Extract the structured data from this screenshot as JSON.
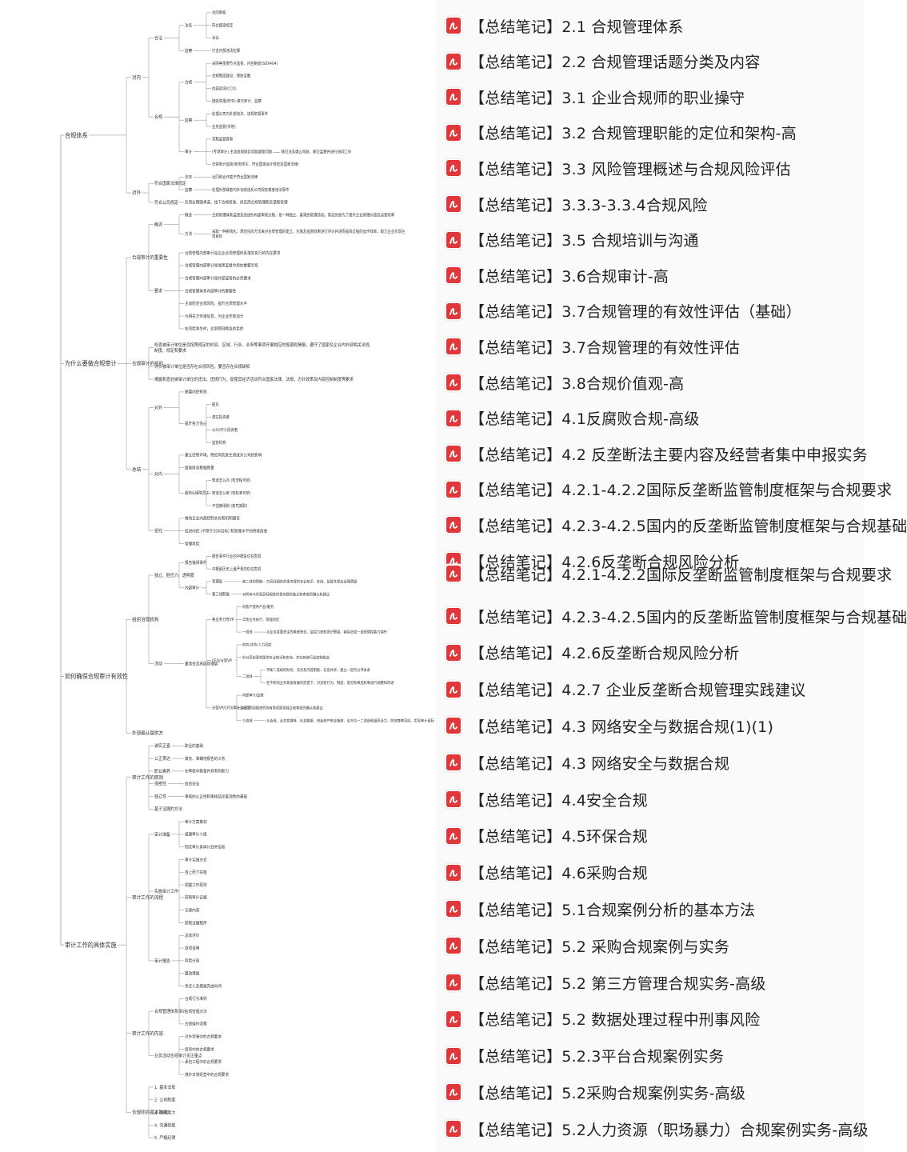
{
  "mindmap": {
    "sections": [
      {
        "label": "合规体系",
        "groups": [
          {
            "label": "对内",
            "children": [
              {
                "label": "合法",
                "children": [
                  {
                    "label": "法务",
                    "children": [
                      "合同审核",
                      "符合国家规定",
                      "诉讼"
                    ]
                  },
                  {
                    "label": "监察",
                    "children": [
                      "打击内部违法犯罪"
                    ]
                  }
                ]
              },
              {
                "label": "合规",
                "children": [
                  {
                    "label": "合规",
                    "children": [
                      "采购等重要节点监督、内控制度(SOX404)",
                      "合规制度建设、预防宣教",
                      "内部咨询(CCO)",
                      "接受举报(EPD) 移交审计、监察"
                    ]
                  },
                  {
                    "label": "监察",
                    "children": [
                      "处理公司内外部违法、违规举报事件",
                      "业务监督(实地)"
                    ]
                  },
                  {
                    "label": "审计",
                    "children": [
                      "流程监督查看",
                      "(专项审计) 主动发现财务问题或现问题 —— 移交法务或公司前、移交监察并进行协同工作",
                      "日常审计监督(账务核实、符合国家会计规范及国家法律)"
                    ]
                  }
                ]
              }
            ]
          },
          {
            "label": "对外",
            "children": [
              {
                "label": "符合国家法律规定",
                "children": [
                  {
                    "label": "法务",
                    "children": [
                      "合同和合作基于符合国家法律"
                    ]
                  },
                  {
                    "label": "监察",
                    "children": [
                      "处理外部或者内外勾结违反公司规定或者违法事件"
                    ]
                  }
                ]
              },
              {
                "label": "符合公司规定",
                "children": [
                  "反商业贿赂承诺、线下合规核准、供应商合规管理和反垄断管理"
                ]
              }
            ]
          }
        ]
      },
      {
        "label": "为什么要做合规审计",
        "groups": [
          {
            "label": "合规审计的重要性",
            "children": [
              {
                "label": "概述",
                "children": [
                  {
                    "label": "概念",
                    "children": [
                      "合规管理体系监督及改进的内部审核过程，是一种独立、客观的管理活动，其目的是为了提升企业管理价值及运营效率"
                    ]
                  },
                  {
                    "label": "方法",
                    "children": [
                      "采取一种系统化、规范化的方法来对合规管理的建立、实施及监督效果进行评价并进而提高过程的运作效率，助力企业实现合规目标"
                    ]
                  }
                ]
              },
              {
                "label": "要求",
                "children": [
                  "合规管理内部审计是企业合规管理体系落实执行的内在要求",
                  "合规管理内部审计是发挥监督作用的重要手段",
                  "合规管理内部审计是外部监管的必然要求",
                  "合规管理体系内部审计的重要性",
                  "主动防范合规风险、提升合规管理水平",
                  "为相关方传递信息、为企业形象加分",
                  "在风险发生时，达到即刻救急的目的"
                ]
              }
            ]
          },
          {
            "label": "合规审计的目的",
            "children": [
              "检查被审计单位是否按照规定的时间、区域、行业、业务等事项开展相应的规避和情报，遵守了国家及企业内外部相关法规、制度、规定和要求",
              "评价被审计单位是否存在合规风险，要否存在合规缺陷",
              "揭露和查处被审计单位的违法、违规行为，促使其经济活动符合国家法律、法规、方针政策及内部控制制度等要求"
            ]
          },
          {
            "label": "总结",
            "children": [
              {
                "label": "对外",
                "children": [
                  "披露内控有效",
                  {
                    "label": "提升各方信心",
                    "children": [
                      "股东",
                      "潜在投资者",
                      "公众/中小投资者",
                      "监管机构"
                    ]
                  }
                ]
              },
              {
                "label": "对内",
                "children": [
                  "建立控制环境，降低风险发生造成对公司的影响",
                  "提高财务数据质量",
                  {
                    "label": "服务&保障员工",
                    "children": [
                      "知道怎么办 (有流程可依)",
                      "知道怎么审 (有标准可依)",
                      "不怕被甩锅 (各司其职)"
                    ]
                  }
                ]
              },
              {
                "label": "受托",
                "children": [
                  "推动企业内部控制文化和机制建设",
                  "促进内控 (不限于SOX目标) 和管理水平的持续改善",
                  "管理风险"
                ]
              }
            ]
          }
        ]
      },
      {
        "label": "如何确保合规审计有效性",
        "groups": [
          {
            "label": "组织治理机构",
            "children": [
              {
                "label": "独立、胜任力、透明度",
                "children": [
                  {
                    "label": "报告错误事件",
                    "children": [
                      "报告事件行业的中概投信任危机",
                      "中概股历史上最严重的信任危机"
                    ]
                  },
                  {
                    "label": "内部审计",
                    "children": [
                      {
                        "label": "管理层",
                        "children": [
                          {
                            "label": "第二线的职能",
                            "children": [
                              "为风险相关的事务提供专业知识、支持、监督并提出合理质疑"
                            ]
                          }
                        ]
                      },
                      {
                        "label": "第三线职能",
                        "children": [
                          "对所有与实现目标相关的事务提供独立和客观的确认和建议"
                        ]
                      }
                    ]
                  }
                ]
              },
              {
                "label": "活动",
                "children": [
                  {
                    "label": "董事会及高层管理层",
                    "children": [
                      {
                        "label": "各业务分管VP",
                        "children": [
                          "向客户提供产品/服务",
                          "实现业务执行、管理风险",
                          {
                            "label": "一道线",
                            "children": [
                              "从业务层面关注的角度来说，监控力度和意识需强，容易造成一道线管控能力缺失"
                            ]
                          }
                        ]
                      },
                      {
                        "label": "CFO/分管VP",
                        "children": [
                          "财务/法务/人力风控",
                          "针对风险事项提供专业知识和支持，并对其进行监控和挑战",
                          {
                            "label": "二道线",
                            "children": [
                              "平衡二道线的财务、法务及内控职能、信息共享，建立一定的分评关系",
                              "在不影响业务高速发展的前提下，对流程行为、制度、意见和事后机制进行调整和改进"
                            ]
                          }
                        ]
                      },
                      {
                        "label": "分管VP/CFO/审计委员会",
                        "children": [
                          "内部审计/监察",
                          "对引领到相关的所有事项提供独立和客观的确认和建议",
                          {
                            "label": "三道线",
                            "children": [
                              "从合规、业务发展等、信息数据、资金资产安全角度、全方位一二道线和组织合力、防范舞弊风险、实现审计目标"
                            ]
                          }
                        ]
                      }
                    ]
                  }
                ]
              }
            ]
          },
          {
            "label": "外部确认提供方",
            "children": []
          }
        ]
      },
      {
        "label": "审计工作的具体实施",
        "groups": [
          {
            "label": "审计工作的原则",
            "children": [
              {
                "label": "诚实正直",
                "children": [
                  "职业的基础"
                ]
              },
              {
                "label": "公正表达",
                "children": [
                  "真实、准确地报告的义务"
                ]
              },
              {
                "label": "职业素养",
                "children": [
                  "在审核中勤奋并具有判断力"
                ]
              },
              {
                "label": "保密性",
                "children": [
                  "信息安全"
                ]
              },
              {
                "label": "独立性",
                "children": [
                  "审核的公正性和审核结论客观性的基础"
                ]
              },
              "基于证据的方法"
            ]
          },
          {
            "label": "审计工作的流程",
            "children": [
              {
                "label": "审计准备",
                "children": [
                  "审计方案策划",
                  "组建审计小组",
                  "制定审计具体计划并告知"
                ]
              },
              {
                "label": "实施审计工作",
                "children": [
                  "审计实施方式",
                  "自上而下实施",
                  "把握工作原则",
                  "获取审计证据",
                  "记录内容",
                  "获取证据程序"
                ]
              },
              {
                "label": "审计报告",
                "children": [
                  "总体评价",
                  "逐项说明",
                  "风险分级",
                  "整改措施",
                  "责任人及措施完成时间"
                ]
              }
            ]
          },
          {
            "label": "审计工作的内容",
            "children": [
              {
                "label": "合规管理体系审计",
                "children": [
                  "合规行为准则",
                  "合规管理办法",
                  "合规操作流程"
                ]
              },
              {
                "label": "业务活动合规审计关注重点",
                "children": [
                  "对外贸易中的合规要求",
                  "投资中的合规要求",
                  "承包工程中的合规要求",
                  "境外日常经营中的合规要求"
                ]
              }
            ]
          },
          {
            "label": "合规师的基本技能",
            "children": [
              "1. 基本法规",
              "2. 公司制度",
              "3. 协同能力",
              "4. 沟通技能",
              "5. 严格纪律"
            ]
          }
        ]
      }
    ]
  },
  "files": [
    {
      "title": "【总结笔记】2.1 合规管理体系"
    },
    {
      "title": "【总结笔记】2.2 合规管理话题分类及内容"
    },
    {
      "title": "【总结笔记】3.1 企业合规师的职业操守"
    },
    {
      "title": "【总结笔记】3.2 合规管理职能的定位和架构-高"
    },
    {
      "title": "【总结笔记】3.3 风险管理概述与合规风险评估"
    },
    {
      "title": "【总结笔记】3.3.3-3.3.4合规风险"
    },
    {
      "title": "【总结笔记】3.5 合规培训与沟通"
    },
    {
      "title": "【总结笔记】3.6合规审计-高"
    },
    {
      "title": "【总结笔记】3.7合规管理的有效性评估（基础）"
    },
    {
      "title": "【总结笔记】3.7合规管理的有效性评估"
    },
    {
      "title": "【总结笔记】3.8合规价值观-高"
    },
    {
      "title": "【总结笔记】4.1反腐败合规-高级"
    },
    {
      "title": "【总结笔记】4.2 反垄断法主要内容及经营者集中申报实务"
    },
    {
      "title": "【总结笔记】4.2.1-4.2.2国际反垄断监管制度框架与合规要求"
    },
    {
      "title": "【总结笔记】4.2.3-4.2.5国内的反垄断监管制度框架与合规基础"
    },
    {
      "title": "【总结笔记】4.2.6反垄断合规风险分析"
    }
  ],
  "files_seam": {
    "title": "【总结笔记】4.2.1-4.2.2国际反垄断监管制度框架与合规要求"
  },
  "files_continued": [
    {
      "title": "【总结笔记】4.2.3-4.2.5国内的反垄断监管制度框架与合规基础"
    },
    {
      "title": "【总结笔记】4.2.6反垄断合规风险分析"
    },
    {
      "title": "【总结笔记】4.2.7 企业反垄断合规管理实践建议"
    },
    {
      "title": "【总结笔记】4.3 网络安全与数据合规(1)(1)"
    },
    {
      "title": "【总结笔记】4.3 网络安全与数据合规"
    },
    {
      "title": "【总结笔记】4.4安全合规"
    },
    {
      "title": "【总结笔记】4.5环保合规"
    },
    {
      "title": "【总结笔记】4.6采购合规"
    },
    {
      "title": "【总结笔记】5.1合规案例分析的基本方法"
    },
    {
      "title": "【总结笔记】5.2 采购合规案例与实务"
    },
    {
      "title": "【总结笔记】5.2 第三方管理合规实务-高级"
    },
    {
      "title": "【总结笔记】5.2 数据处理过程中刑事风险"
    },
    {
      "title": "【总结笔记】5.2.3平台合规案例实务"
    },
    {
      "title": "【总结笔记】5.2采购合规案例实务-高级"
    },
    {
      "title": "【总结笔记】5.2人力资源（职场暴力）合规案例实务-高级"
    }
  ],
  "colors": {
    "pdf_red": "#e0383a",
    "line": "#9aa0a6",
    "text": "#222222"
  },
  "icons": {
    "file": "pdf-file-icon"
  }
}
